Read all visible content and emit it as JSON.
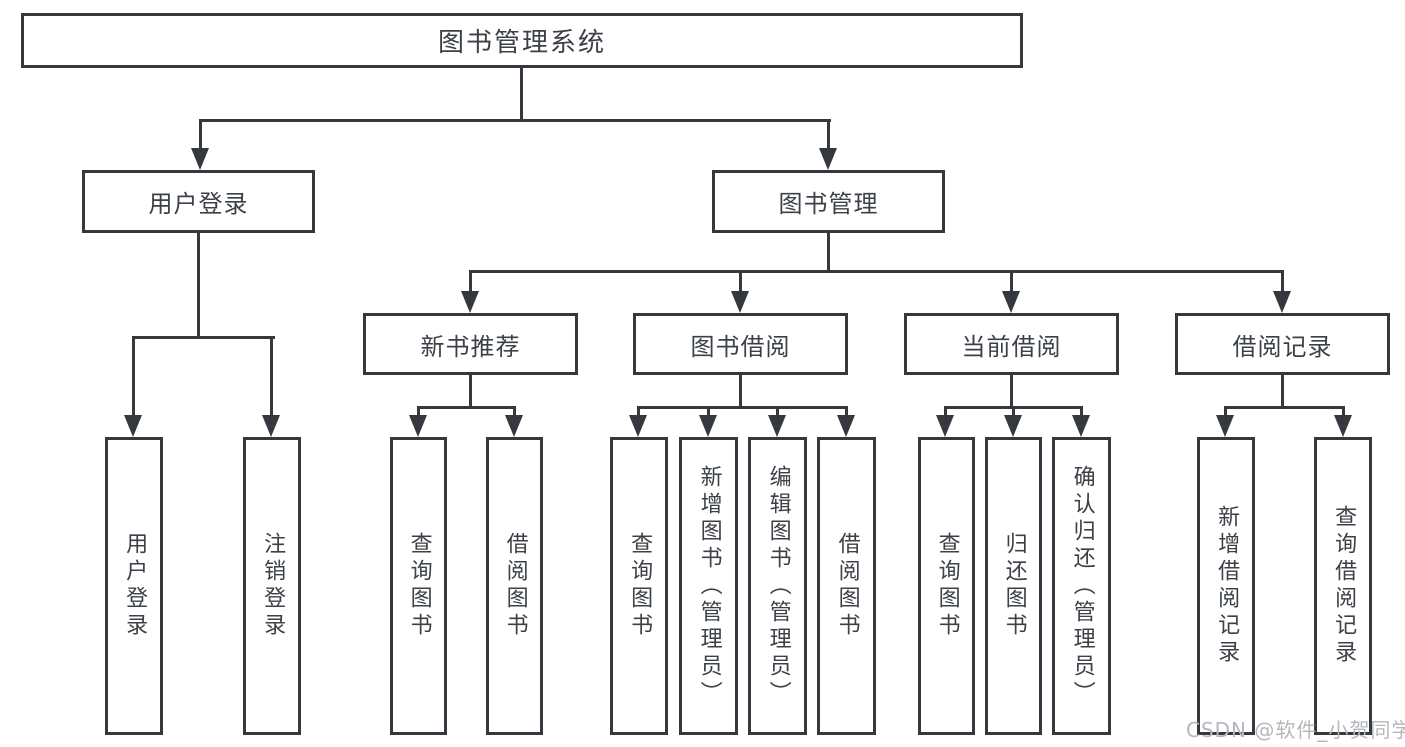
{
  "diagram": {
    "type": "hierarchy-tree",
    "title": "图书管理系统",
    "colors": {
      "line": "#35393e",
      "text": "#3c4147",
      "watermark": "#b4b7bb",
      "background": "#ffffff"
    }
  },
  "tree": {
    "root": {
      "label": "图书管理系统"
    },
    "branches": [
      {
        "label": "用户登录",
        "children": [
          {
            "label": "用户登录"
          },
          {
            "label": "注销登录"
          }
        ]
      },
      {
        "label": "图书管理",
        "groups": [
          {
            "label": "新书推荐",
            "children": [
              {
                "label": "查询图书"
              },
              {
                "label": "借阅图书"
              }
            ]
          },
          {
            "label": "图书借阅",
            "children": [
              {
                "label": "查询图书"
              },
              {
                "label": "新增图书（管理员）"
              },
              {
                "label": "编辑图书（管理员）"
              },
              {
                "label": "借阅图书"
              }
            ]
          },
          {
            "label": "当前借阅",
            "children": [
              {
                "label": "查询图书"
              },
              {
                "label": "归还图书"
              },
              {
                "label": "确认归还（管理员）"
              }
            ]
          },
          {
            "label": "借阅记录",
            "children": [
              {
                "label": "新增借阅记录"
              },
              {
                "label": "查询借阅记录"
              }
            ]
          }
        ]
      }
    ]
  },
  "watermark": {
    "text": "CSDN @软件_小贺同学"
  }
}
